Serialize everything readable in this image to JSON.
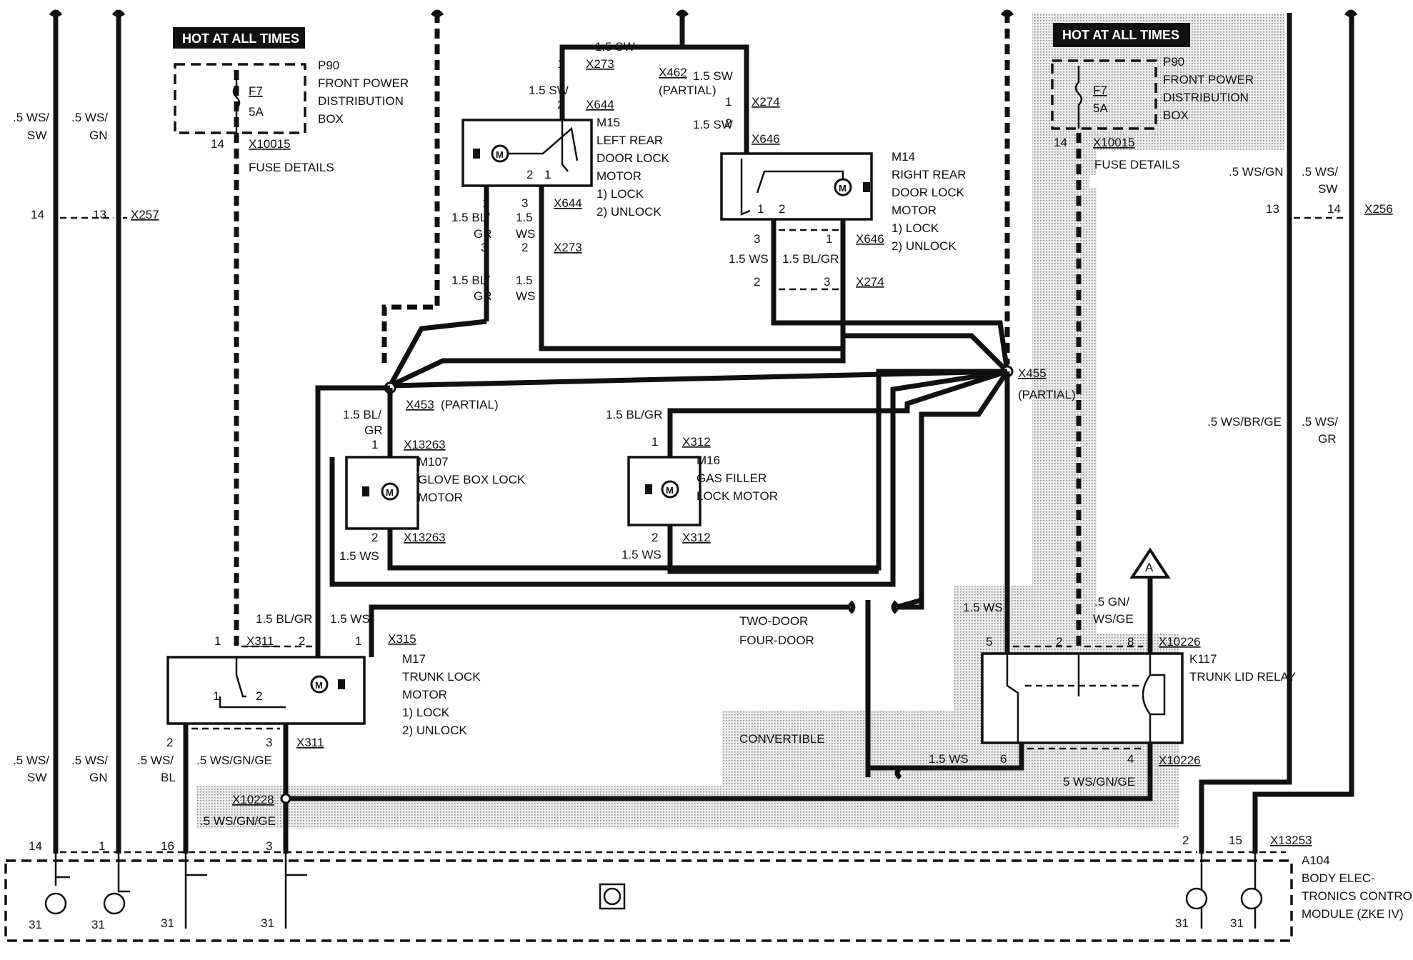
{
  "hot_label": "HOT AT ALL TIMES",
  "fuse_box": {
    "name": "P90",
    "line1": "FRONT POWER",
    "line2": "DISTRIBUTION",
    "line3": "BOX",
    "fuse": "F7",
    "amps": "5A",
    "connector": "X10015",
    "pin": "14",
    "details": "FUSE DETAILS"
  },
  "wires": {
    "ws_sw": ".5 WS/",
    "sw": "SW",
    "ws_gn": ".5 WS/",
    "gn": "GN",
    "ws_gn_one": ".5 WS/GN",
    "ws_br_ge": ".5 WS/BR/GE",
    "ws_gr": ".5 WS/",
    "gr": "GR",
    "ws_bl": ".5 WS/",
    "bl": "BL",
    "ws_gn_ge": ".5 WS/GN/GE",
    "ws_gn_ge_b": ".5 WS/GN/GE",
    "ws_gn_ge_c": "5 WS/GN/GE",
    "sw15": "1.5 SW",
    "ws15": "1.5 WS",
    "blgr15": "1.5 BL/GR",
    "bl15": "1.5 BL/",
    "gr_part": "GR",
    "ws15a": "1.5",
    "ws_part": "WS",
    "gn_ws_ge_a": ".5 GN/",
    "gn_ws_ge_b": "WS/GE"
  },
  "connectors": {
    "x257": "X257",
    "x256": "X256",
    "x273": "X273",
    "x274": "X274",
    "x462": "X462",
    "partial": "(PARTIAL)",
    "x644": "X644",
    "x646": "X646",
    "x453": "X453",
    "x455": "X455",
    "x13263": "X13263",
    "x312": "X312",
    "x311": "X311",
    "x315": "X315",
    "x10228": "X10228",
    "x10226": "X10226",
    "x13253": "X13253"
  },
  "components": {
    "m15": {
      "id": "M15",
      "l1": "LEFT REAR",
      "l2": "DOOR LOCK",
      "l3": "MOTOR",
      "o1": "1)   LOCK",
      "o2": "2)   UNLOCK"
    },
    "m14": {
      "id": "M14",
      "l1": "RIGHT REAR",
      "l2": "DOOR LOCK",
      "l3": "MOTOR",
      "o1": "1)   LOCK",
      "o2": "2)   UNLOCK"
    },
    "m107": {
      "id": "M107",
      "l1": "GLOVE BOX LOCK",
      "l2": "MOTOR"
    },
    "m16": {
      "id": "M16",
      "l1": "GAS FILLER",
      "l2": "LOCK MOTOR"
    },
    "m17": {
      "id": "M17",
      "l1": "TRUNK LOCK",
      "l2": "MOTOR",
      "o1": "1)   LOCK",
      "o2": "2)   UNLOCK"
    },
    "k117": {
      "id": "K117",
      "l1": "TRUNK LID RELAY"
    },
    "a104": {
      "id": "A104",
      "l1": "BODY ELEC-",
      "l2": "TRONICS CONTROL",
      "l3": "MODULE (ZKE IV)"
    }
  },
  "variants": {
    "two_door": "TWO-DOOR",
    "four_door": "FOUR-DOOR",
    "convertible": "CONVERTIBLE"
  },
  "ref_a": "A",
  "motor_letter": "M",
  "pins": {
    "p1": "1",
    "p2": "2",
    "p3": "3",
    "p4": "4",
    "p5": "5",
    "p6": "6",
    "p8": "8",
    "p13": "13",
    "p14": "14",
    "p15": "15",
    "p16": "16",
    "p31": "31"
  }
}
